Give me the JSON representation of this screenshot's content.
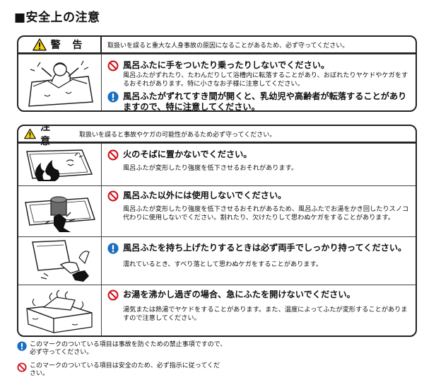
{
  "page": {
    "title": "■安全上の注意"
  },
  "warning": {
    "label": "警 告",
    "header_text": "取扱いを誤ると重大な人身事故の原因になることがあるため、必ず守ってください。",
    "items": [
      {
        "title": "風呂ふたに手をついたり乗ったりしないでください。",
        "detail": "風呂ふたがずれたり、たわんだりして浴槽内に転落することがあり、おぼれたりヤケドやケガをするおそれがあります。特に小さなお子様に注意してください。"
      },
      {
        "title": "風呂ふたがずれてすき間が開くと、乳幼児や高齢者が転落することがありますので、特に注意してください。"
      }
    ]
  },
  "caution": {
    "label": "注 意",
    "header_text": "取扱いを誤ると事故やケガの可能性があるため必ず守ってください。",
    "rows": [
      {
        "title": "火のそばに置かないでください。",
        "detail": "風呂ふたが変形したり強度を低下させるおそれがあります。"
      },
      {
        "title": "風呂ふた以外には使用しないでください。",
        "detail": "風呂ふたが変形したり強度を低下させるおそれがあるため、風呂ふたでお湯をかき回したりスノコ代わりに使用しないでください。割れたり、欠けたりして思わぬケガをすることがあります。"
      },
      {
        "title": "風呂ふたを持ち上げたりするときは必ず両手でしっかり持ってください。",
        "detail": "濡れているとき、すべり落として思わぬケガをすることがあります。"
      },
      {
        "title": "お湯を沸かし過ぎの場合、急にふたを開けないでください。",
        "detail": "湯気または熱湯でヤケドをすることがあります。また、温度によってふたが変形することがありますので注意してください。"
      }
    ]
  },
  "legend": {
    "mandatory": "このマークのついている項目は事故を防ぐための禁止事項ですので、必ず守ってください。",
    "prohibited": "このマークのついている項目は安全のため、必ず指示に従ってください。"
  },
  "colors": {
    "prohibit_red": "#d0121b",
    "instruct_blue": "#1b6fc0",
    "warning_yellow": "#f5d20a"
  }
}
